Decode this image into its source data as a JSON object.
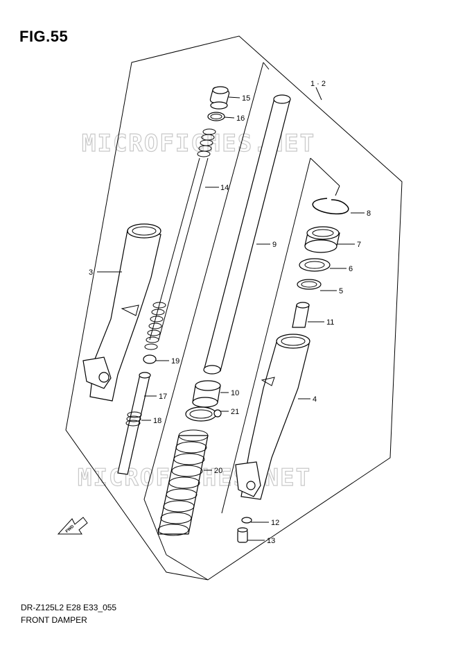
{
  "figure": {
    "title": "FIG.55"
  },
  "footer": {
    "model_code": "DR-Z125L2 E28 E33_055",
    "caption": "FRONT DAMPER"
  },
  "watermark": {
    "text": "MICROFICHES.NET"
  },
  "fwd_label": "FWD",
  "callouts": [
    {
      "id": "c15",
      "label": "15"
    },
    {
      "id": "c16",
      "label": "16"
    },
    {
      "id": "c14",
      "label": "14"
    },
    {
      "id": "c12a",
      "label": "1 · 2"
    },
    {
      "id": "c8",
      "label": "8"
    },
    {
      "id": "c7",
      "label": "7"
    },
    {
      "id": "c9",
      "label": "9"
    },
    {
      "id": "c6",
      "label": "6"
    },
    {
      "id": "c3",
      "label": "3"
    },
    {
      "id": "c5",
      "label": "5"
    },
    {
      "id": "c11",
      "label": "11"
    },
    {
      "id": "c19",
      "label": "19"
    },
    {
      "id": "c17",
      "label": "17"
    },
    {
      "id": "c10",
      "label": "10"
    },
    {
      "id": "c4",
      "label": "4"
    },
    {
      "id": "c21",
      "label": "21"
    },
    {
      "id": "c18",
      "label": "18"
    },
    {
      "id": "c20",
      "label": "20"
    },
    {
      "id": "c12",
      "label": "12"
    },
    {
      "id": "c13",
      "label": "13"
    }
  ]
}
